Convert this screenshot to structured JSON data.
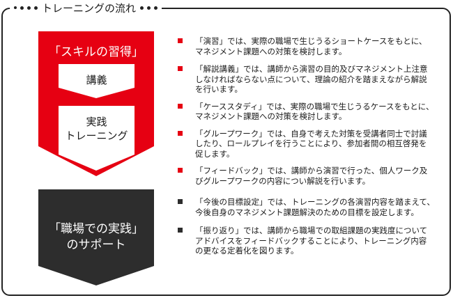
{
  "header": {
    "title": "トレーニングの流れ"
  },
  "colors": {
    "accent": "#e60012",
    "dark": "#2d2d2d"
  },
  "skill": {
    "title": "「スキルの習得」",
    "step1": "講義",
    "step2_line1": "実践",
    "step2_line2": "トレーニング"
  },
  "support": {
    "line1": "「職場での実践」",
    "line2": "のサポート"
  },
  "skill_items": [
    {
      "line1": "「演習」では、実際の職場で生じうるショートケースをもとに、",
      "line2": "マネジメント課題への対策を検討します。"
    },
    {
      "line1": "「解説講義」では、講師から演習の目的及びマネジメント上注意",
      "line2": "しなければならない点について、理論の紹介を踏まえながら解説",
      "line3": "を行います。"
    },
    {
      "line1": "「ケーススタディ」では、実際の職場で生じうるケースをもとに、",
      "line2": "マネジメント課題への対策を検討します。"
    },
    {
      "line1": "「グループワーク」では、自身で考えた対策を受講者同士で討議",
      "line2": "したり、ロールプレイを行うことにより、参加者間の相互啓発を",
      "line3": "促します。"
    },
    {
      "line1": "「フィードバック」では、講師から演習で行った、個人ワーク及",
      "line2": "びグループワークの内容につい解説を行います。"
    }
  ],
  "support_items": [
    {
      "line1": "「今後の目標設定」では、トレーニングの各演習内容を踏まえて、",
      "line2": "今後自身のマネジメント課題解決のための目標を設定します。"
    },
    {
      "line1": "「振り返り」では、講師から職場での取組課題の実践度について",
      "line2": "アドバイスをフィードバックすることにより、トレーニング内容",
      "line3": "の更なる定着化を図ります。"
    }
  ]
}
